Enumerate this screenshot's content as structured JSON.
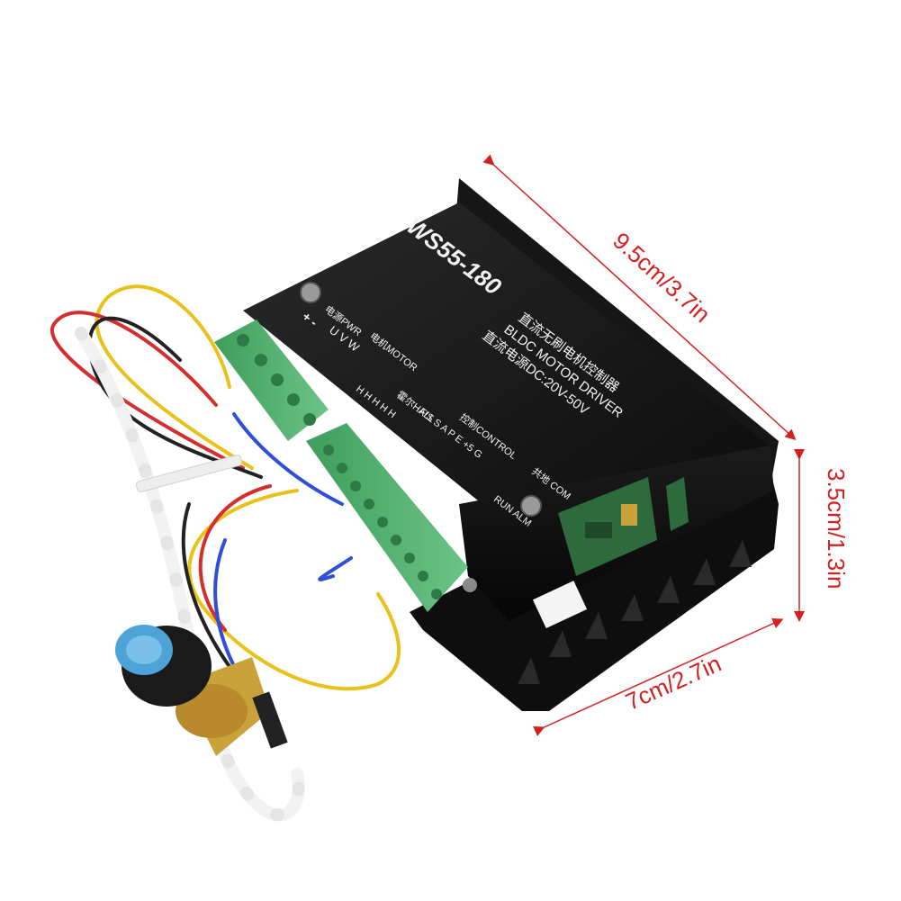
{
  "product": {
    "model": "WS55-180",
    "title_cn": "直流无刷电机控制器",
    "title_en": "BLDC MOTOR DRIVER",
    "spec": "直流电源DC:20V-50V",
    "label_pwr": "电源PWR",
    "label_motor": "电机MOTOR",
    "label_hall": "霍尔HALL",
    "label_control": "控制CONTROL",
    "label_com": "共地 COM",
    "pins_pwr": "+ -",
    "pins_motor": "U V W",
    "pins_hall": "H H H H H",
    "pins_control": "F/S S A P E +5 G",
    "run_alm": "RUN ALM"
  },
  "dimensions": {
    "length": "9.5cm/3.7in",
    "height": "3.5cm/1.3in",
    "width": "7cm/2.7in"
  },
  "colors": {
    "dimension": "#d42020",
    "body": "#121212",
    "terminal": "#4caf6a"
  }
}
